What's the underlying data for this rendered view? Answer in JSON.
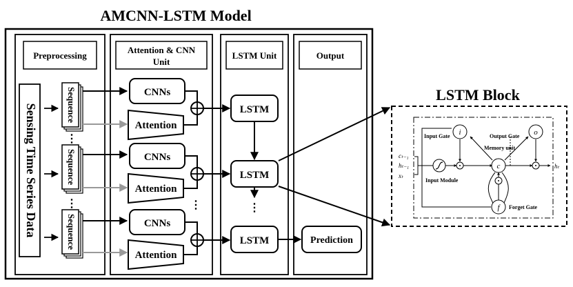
{
  "title": "AMCNN-LSTM Model",
  "panels": {
    "preprocessing": "Preprocessing",
    "attention_cnn_line1": "Attention & CNN",
    "attention_cnn_line2": "Unit",
    "lstm_unit": "LSTM Unit",
    "output": "Output"
  },
  "input_label": "Sensing Time Series Data",
  "sequence_label": "Sequence",
  "cnn_label": "CNNs",
  "attention_label": "Attention",
  "lstm_label": "LSTM",
  "prediction_label": "Prediction",
  "ellipsis": "⋮",
  "lstm_block": {
    "title": "LSTM Block",
    "input_gate": "Input Gate",
    "output_gate": "Output Gate",
    "memory_unit": "Memory unit",
    "input_module": "Input Module",
    "forget_gate": "Forget Gate",
    "gate_i": "i",
    "gate_o": "o",
    "gate_c": "c",
    "gate_f": "f",
    "c_prev": "cₜ₋₁",
    "h_prev": "hₜ₋₁",
    "x_t": "xₜ",
    "h_t": "hₜ"
  }
}
